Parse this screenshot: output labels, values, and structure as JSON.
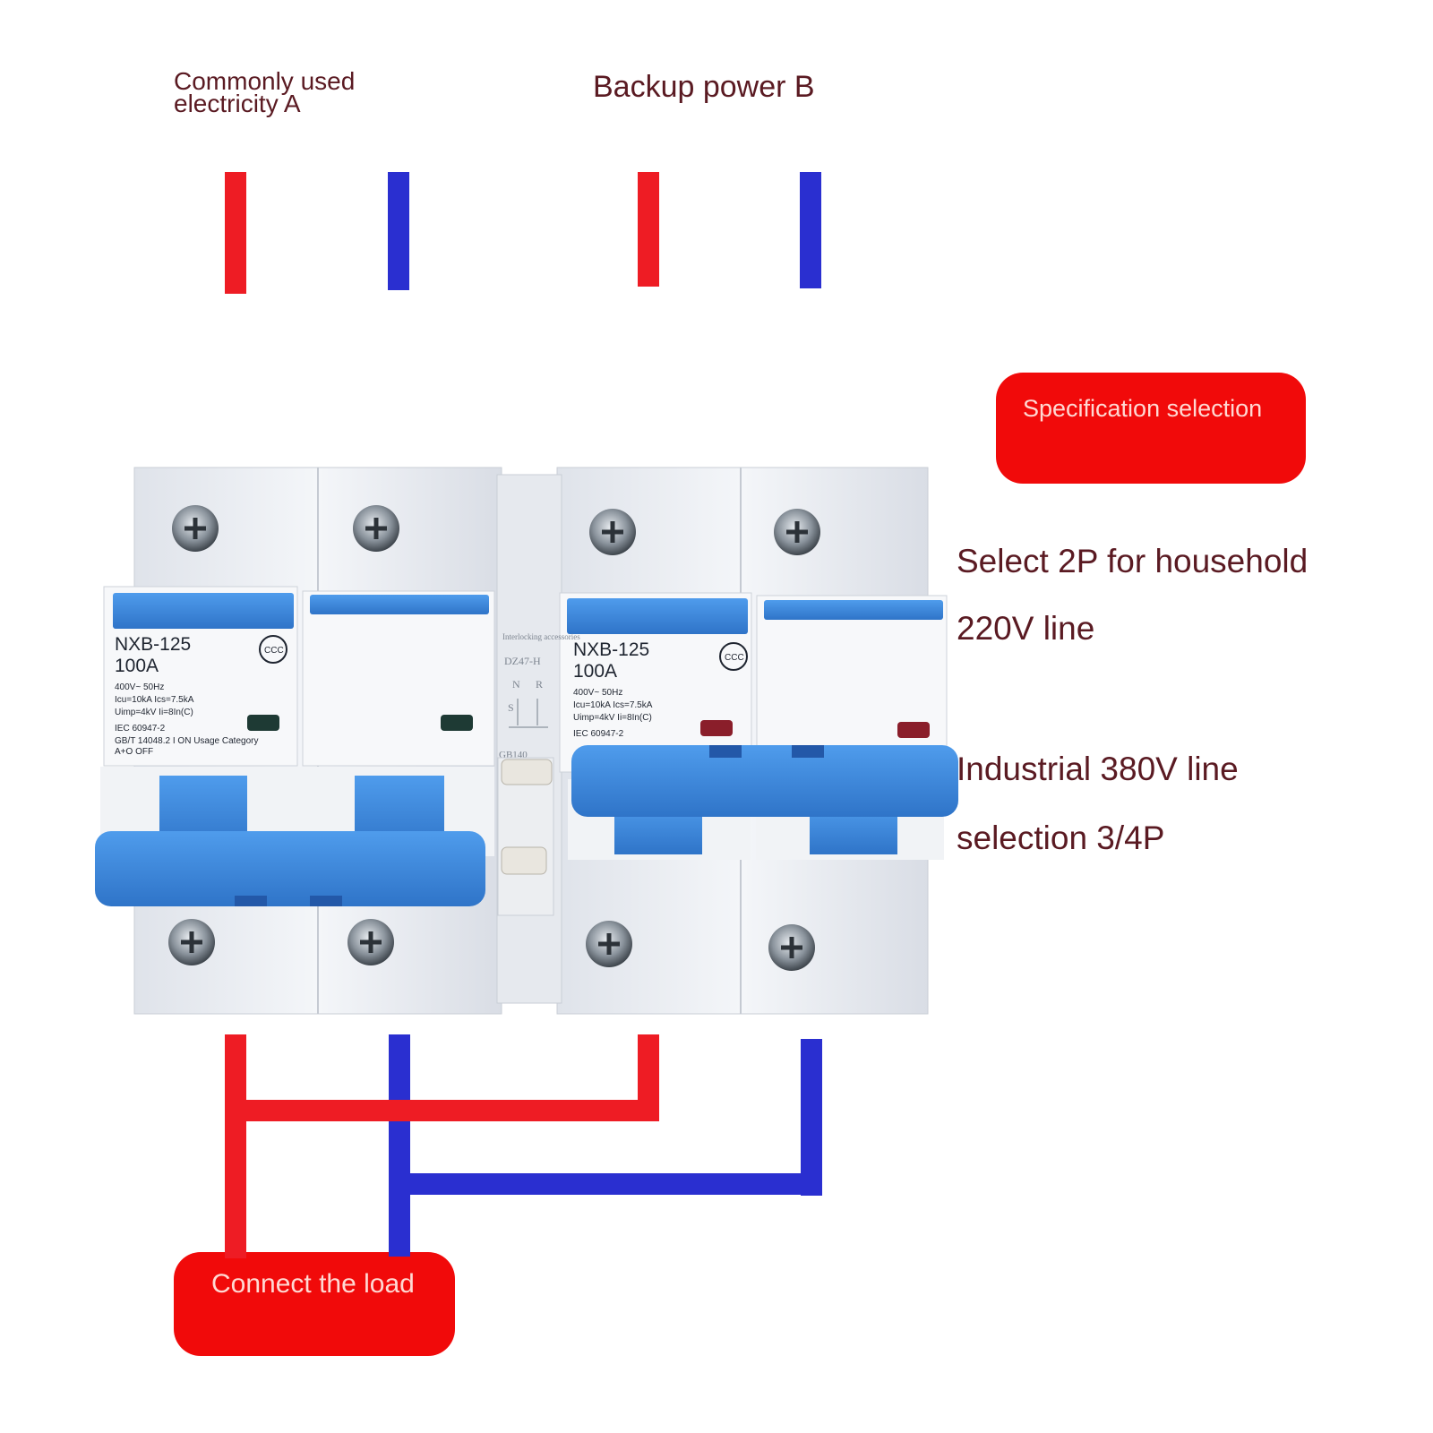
{
  "labels": {
    "source_a": "Commonly used electricity A",
    "source_b": "Backup power B",
    "spec_selection": "Specification selection",
    "household_line1": "Select 2P for household",
    "household_line2": "220V line",
    "industrial_line1": "Industrial 380V line",
    "industrial_line2": "selection 3/4P",
    "connect_load": "Connect the load"
  },
  "breaker_left": {
    "model": "NXB-125",
    "rating": "100A",
    "spec_line1": "400V~  50Hz",
    "spec_line2": "Icu=10kA  Ics=7.5kA",
    "spec_line3": "Uimp=4kV  Ii=8In(C)",
    "standard1": "IEC 60947-2",
    "standard2": "GB/T 14048.2 I ON Usage Category",
    "position": "A+O OFF",
    "cert": "CCC"
  },
  "breaker_right": {
    "model": "NXB-125",
    "rating": "100A",
    "spec_line1": "400V~  50Hz",
    "spec_line2": "Icu=10kA  Ics=7.5kA",
    "spec_line3": "Uimp=4kV  Ii=8In(C)",
    "standard1": "IEC 60947-2",
    "cert": "CCC"
  },
  "interlock": {
    "title": "Interlocking accessories",
    "model": "DZ47-H",
    "n": "N",
    "r": "R",
    "s": "S",
    "std": "GB140"
  },
  "colors": {
    "live_wire": "#ee1c24",
    "neutral_wire": "#2a2fd0",
    "pill": "#f10a0a",
    "breaker_blue": "#3a86d8",
    "label_text": "#5a1a22"
  }
}
